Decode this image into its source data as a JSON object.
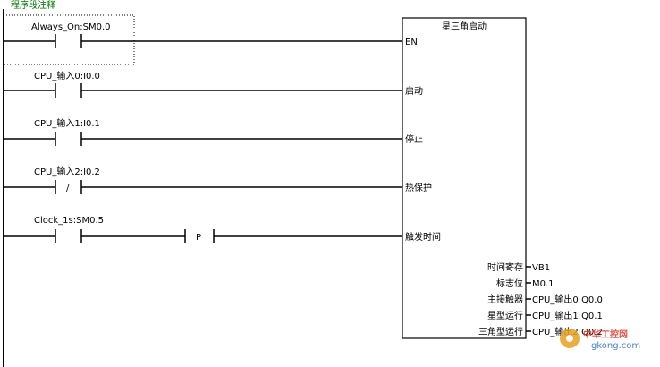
{
  "network": {
    "comment": "程序段注释"
  },
  "contacts": [
    {
      "label": "Always_On:SM0.0",
      "type": "NO"
    },
    {
      "label": "CPU_输入0:I0.0",
      "type": "NO"
    },
    {
      "label": "CPU_输入1:I0.1",
      "type": "NO"
    },
    {
      "label": "CPU_输入2:I0.2",
      "type": "NC",
      "symbol": "/"
    },
    {
      "label": "Clock_1s:SM0.5",
      "type": "NO"
    }
  ],
  "edge_contact": {
    "symbol": "P"
  },
  "block": {
    "title": "星三角启动",
    "inputs": [
      "EN",
      "启动",
      "停止",
      "热保护",
      "触发时间"
    ],
    "outputs": [
      {
        "pin": "时间寄存",
        "value": "VB1"
      },
      {
        "pin": "标志位",
        "value": "M0.1"
      },
      {
        "pin": "主接触器",
        "value": "CPU_输出0:Q0.0"
      },
      {
        "pin": "星型运行",
        "value": "CPU_输出1:Q0.1"
      },
      {
        "pin": "三角型运行",
        "value": "CPU_输出2:Q0.2"
      }
    ]
  },
  "watermark": {
    "name": "中华工控网",
    "url": "gkong.com",
    "color": "#d93a2b"
  }
}
